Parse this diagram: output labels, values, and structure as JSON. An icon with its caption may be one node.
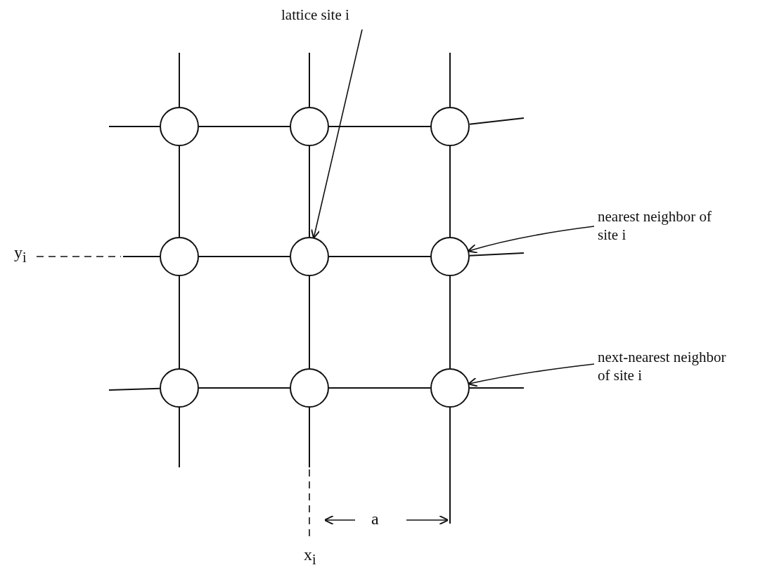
{
  "diagram": {
    "nodes": [
      {
        "text": [],
        "shape": "circle"
      },
      {
        "text": [],
        "shape": "circle"
      },
      {
        "text": [],
        "shape": "circle"
      },
      {
        "text": [],
        "shape": "circle"
      },
      {
        "text": [],
        "shape": "circle"
      },
      {
        "text": [],
        "shape": "circle"
      },
      {
        "text": [],
        "shape": "circle"
      },
      {
        "text": [],
        "shape": "circle"
      },
      {
        "text": [],
        "shape": "circle"
      },
      {
        "text": [
          "lattice site i"
        ]
      },
      {
        "text": [
          "nearest neighbor of site i"
        ]
      },
      {
        "text": [
          "next-nearest neighbor of site i"
        ]
      }
    ],
    "edges": [
      {
        "from": 0,
        "to": 1,
        "arrow": "none"
      },
      {
        "from": 1,
        "to": 2,
        "arrow": "none"
      },
      {
        "from": 3,
        "to": 4,
        "arrow": "none"
      },
      {
        "from": 4,
        "to": 5,
        "arrow": "none"
      },
      {
        "from": 6,
        "to": 7,
        "arrow": "none"
      },
      {
        "from": 7,
        "to": 8,
        "arrow": "none"
      },
      {
        "from": 0,
        "to": 3,
        "arrow": "none"
      },
      {
        "from": 3,
        "to": 6,
        "arrow": "none"
      },
      {
        "from": 1,
        "to": 4,
        "arrow": "none"
      },
      {
        "from": 4,
        "to": 7,
        "arrow": "none"
      },
      {
        "from": 2,
        "to": 5,
        "arrow": "none"
      },
      {
        "from": 5,
        "to": 8,
        "arrow": "none"
      },
      {
        "from": 0,
        "to": null,
        "arrow": "none"
      },
      {
        "from": 1,
        "to": null,
        "arrow": "none"
      },
      {
        "from": 2,
        "to": null,
        "arrow": "none"
      },
      {
        "from": 6,
        "to": null,
        "arrow": "none"
      },
      {
        "from": 7,
        "to": null,
        "arrow": "none"
      },
      {
        "from": 8,
        "to": null,
        "arrow": "none"
      },
      {
        "from": 0,
        "to": null,
        "arrow": "none"
      },
      {
        "from": 3,
        "to": null,
        "arrow": "none"
      },
      {
        "from": 6,
        "to": null,
        "arrow": "none"
      },
      {
        "from": 2,
        "to": null,
        "arrow": "none"
      },
      {
        "from": 5,
        "to": null,
        "arrow": "none"
      },
      {
        "from": 8,
        "to": null,
        "arrow": "none"
      },
      {
        "from": 9,
        "to": 4,
        "arrow": "to"
      },
      {
        "from": 10,
        "to": 5,
        "arrow": "to"
      },
      {
        "from": 11,
        "to": 8,
        "arrow": "to"
      }
    ],
    "labels": [
      "y$_{i}$",
      "a",
      "x$_{i}$"
    ]
  }
}
